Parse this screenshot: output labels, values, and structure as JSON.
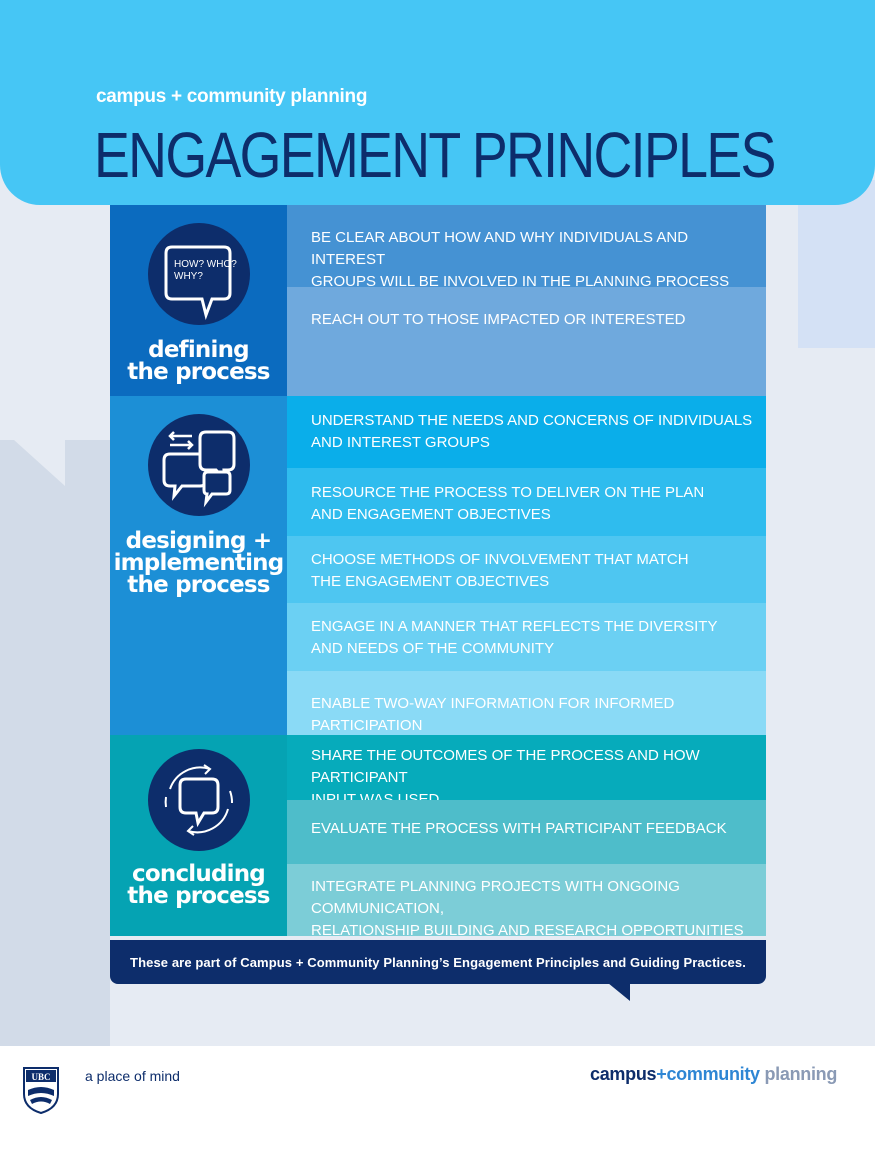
{
  "header": {
    "brand": "campus + community planning",
    "title": "ENGAGEMENT PRINCIPLES"
  },
  "sections": [
    {
      "label": "defining\nthe process",
      "icon": "speech-bubble-question-icon",
      "icon_text": "HOW? WHO?\nWHY?",
      "color": "#0b6bbf",
      "items": [
        {
          "text": "BE CLEAR ABOUT HOW AND WHY INDIVIDUALS AND INTEREST\nGROUPS WILL BE INVOLVED IN THE PLANNING PROCESS",
          "color": "#4592d3"
        },
        {
          "text": "REACH OUT TO THOSE IMPACTED OR INTERESTED",
          "color": "#6fa9dd"
        }
      ]
    },
    {
      "label": "designing +\nimplementing\nthe process",
      "icon": "conversation-bubbles-icon",
      "color": "#1c8fd6",
      "items": [
        {
          "text": "UNDERSTAND THE NEEDS AND CONCERNS OF INDIVIDUALS\nAND INTEREST GROUPS",
          "color": "#0aaeea"
        },
        {
          "text": "RESOURCE THE PROCESS TO DELIVER ON THE PLAN\nAND ENGAGEMENT OBJECTIVES",
          "color": "#2fbcee"
        },
        {
          "text": "CHOOSE METHODS OF INVOLVEMENT THAT MATCH\nTHE ENGAGEMENT OBJECTIVES",
          "color": "#4ec6f1"
        },
        {
          "text": "ENGAGE IN A MANNER THAT REFLECTS THE DIVERSITY\nAND NEEDS OF THE COMMUNITY",
          "color": "#6bd0f3"
        },
        {
          "text": "ENABLE TWO-WAY INFORMATION FOR INFORMED PARTICIPATION",
          "color": "#8adaf6"
        }
      ]
    },
    {
      "label": "concluding\nthe process",
      "icon": "cycle-speech-bubble-icon",
      "color": "#05a3b3",
      "items": [
        {
          "text": "SHARE THE OUTCOMES OF THE PROCESS AND HOW PARTICIPANT\nINPUT WAS USED",
          "color": "#06abbb"
        },
        {
          "text": "EVALUATE THE PROCESS WITH PARTICIPANT FEEDBACK",
          "color": "#4ebdca"
        },
        {
          "text": "INTEGRATE PLANNING PROJECTS WITH ONGOING COMMUNICATION,\nRELATIONSHIP BUILDING AND RESEARCH OPPORTUNITIES",
          "color": "#7ccdd7"
        }
      ]
    }
  ],
  "footer_note": "These are part of Campus + Community Planning’s Engagement Principles and Guiding Practices.",
  "bottom": {
    "logo_text": "UBC",
    "tagline": "a place of mind",
    "brand_part1": "campus",
    "brand_plus": "+",
    "brand_part2": "community",
    "brand_part3": "planning"
  },
  "colors": {
    "navy": "#0d2d6b",
    "header_blue": "#46c6f5"
  }
}
